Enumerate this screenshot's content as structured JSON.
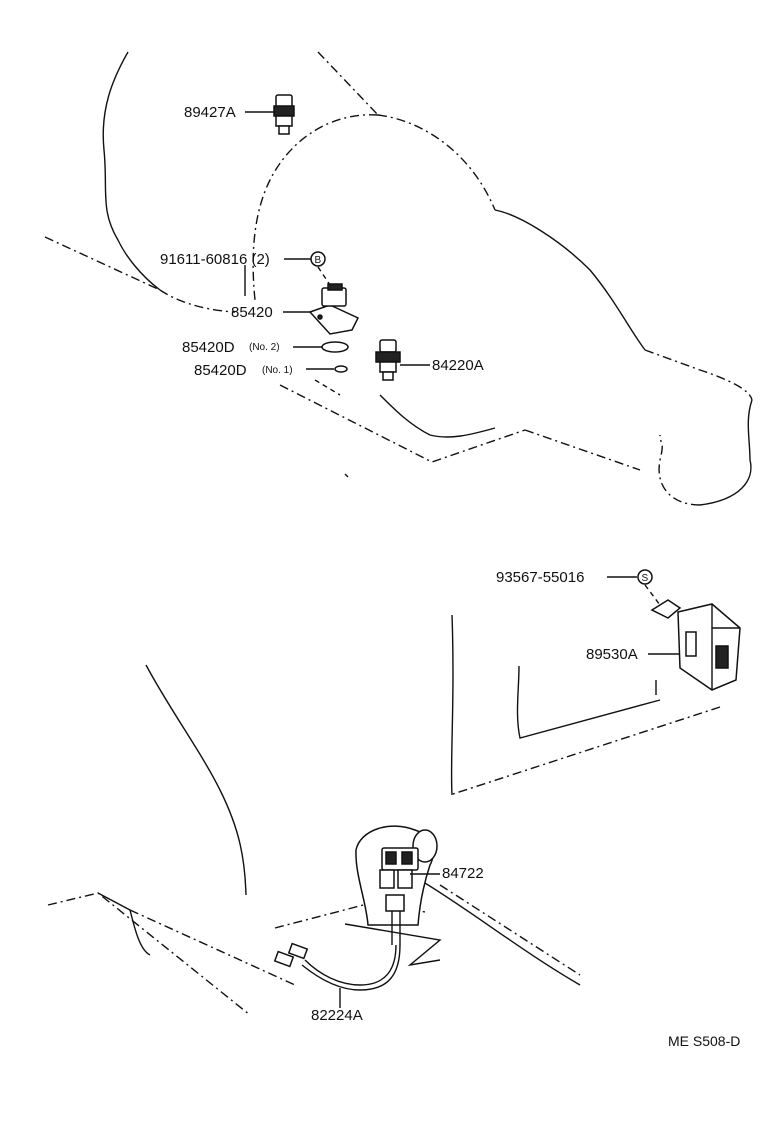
{
  "labels": {
    "p89427A": "89427A",
    "p91611": "91611-60816 (2)",
    "p85420": "85420",
    "p85420D_2": "85420D",
    "p85420D_2_note": "(No. 2)",
    "p85420D_1": "85420D",
    "p85420D_1_note": "(No. 1)",
    "p84220A": "84220A",
    "p93567": "93567-55016",
    "p89530A": "89530A",
    "p84722": "84722",
    "p82224A": "82224A"
  },
  "callouts": {
    "bolt_symbol": "B",
    "screw_symbol": "S"
  },
  "footer": {
    "code": "ME  S508-D"
  }
}
